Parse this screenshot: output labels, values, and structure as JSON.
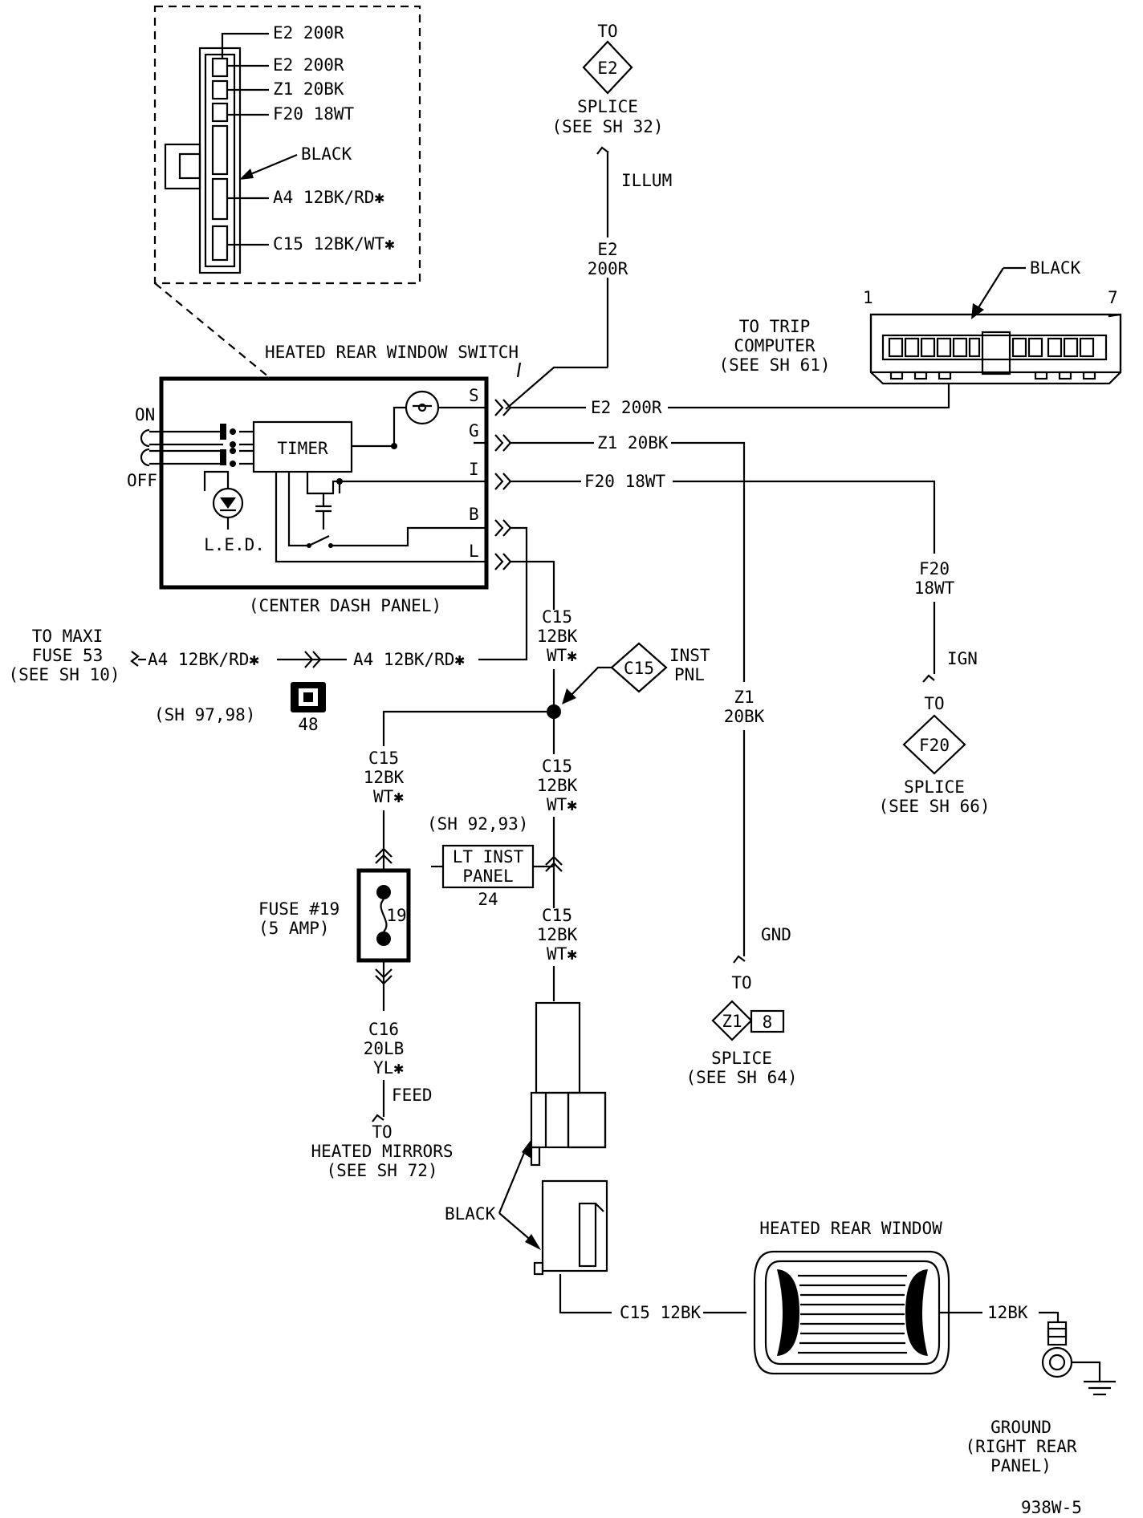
{
  "connector_detail": {
    "pins": [
      "E2 200R",
      "E2 200R",
      "Z1 20BK",
      "F20 18WT",
      "A4 12BK/RD✱",
      "C15 12BK/WT✱"
    ],
    "color": "BLACK"
  },
  "splice_e2": {
    "to": "TO",
    "id": "E2",
    "splice": "SPLICE",
    "see": "(SEE SH 32)",
    "circuit": "ILLUM",
    "wire_code": "E2",
    "wire_spec": "200R"
  },
  "trip_computer": {
    "color": "BLACK",
    "pin_first": "1",
    "pin_last": "7",
    "line1": "TO TRIP",
    "line2": "COMPUTER",
    "line3": "(SEE SH 61)"
  },
  "switch": {
    "title": "HEATED REAR WINDOW SWITCH",
    "on": "ON",
    "off": "OFF",
    "timer": "TIMER",
    "led": "L.E.D.",
    "location": "(CENTER DASH PANEL)",
    "terminals": [
      "S",
      "G",
      "I",
      "B",
      "L"
    ]
  },
  "wires": {
    "s_wire": "E2 200R",
    "g_wire": "Z1 20BK",
    "i_wire": "F20 18WT",
    "f20_code": "F20",
    "f20_spec": "18WT",
    "z1_code": "Z1",
    "z1_spec": "20BK",
    "c15_code": "C15",
    "c15_spec1": "12BK",
    "c15_spec2": "WT✱",
    "a4_wire": "A4 12BK/RD✱",
    "c16_code": "C16",
    "c16_spec1": "20LB",
    "c16_spec2": "YL✱",
    "c15_final": "C15 12BK",
    "ground_wire": "12BK"
  },
  "maxi_fuse": {
    "line1": "TO MAXI",
    "line2": "FUSE  53",
    "line3": "(SEE SH 10)",
    "sheet_ref": "(SH 97,98)",
    "connector_number": "48"
  },
  "splice_c15": {
    "id": "C15",
    "label1": "INST",
    "label2": "PNL"
  },
  "splice_f20": {
    "circuit": "IGN",
    "to": "TO",
    "id": "F20",
    "splice": "SPLICE",
    "see": "(SEE SH 66)"
  },
  "splice_z1": {
    "circuit": "GND",
    "to": "TO",
    "id": "Z1",
    "number": "8",
    "splice": "SPLICE",
    "see": "(SEE SH 64)"
  },
  "inst_panel": {
    "sheet_ref": "(SH 92,93)",
    "line1": "LT INST",
    "line2": "PANEL",
    "number": "24"
  },
  "fuse": {
    "label": "FUSE #19",
    "rating": "(5 AMP)",
    "number": "19"
  },
  "mirrors": {
    "circuit": "FEED",
    "to": "TO",
    "line1": "HEATED MIRRORS",
    "line2": "(SEE SH 72)"
  },
  "connector_black": "BLACK",
  "rear_window": {
    "title": "HEATED REAR WINDOW"
  },
  "ground": {
    "line1": "GROUND",
    "line2": "(RIGHT REAR",
    "line3": "PANEL)"
  },
  "figure_id": "938W-5"
}
